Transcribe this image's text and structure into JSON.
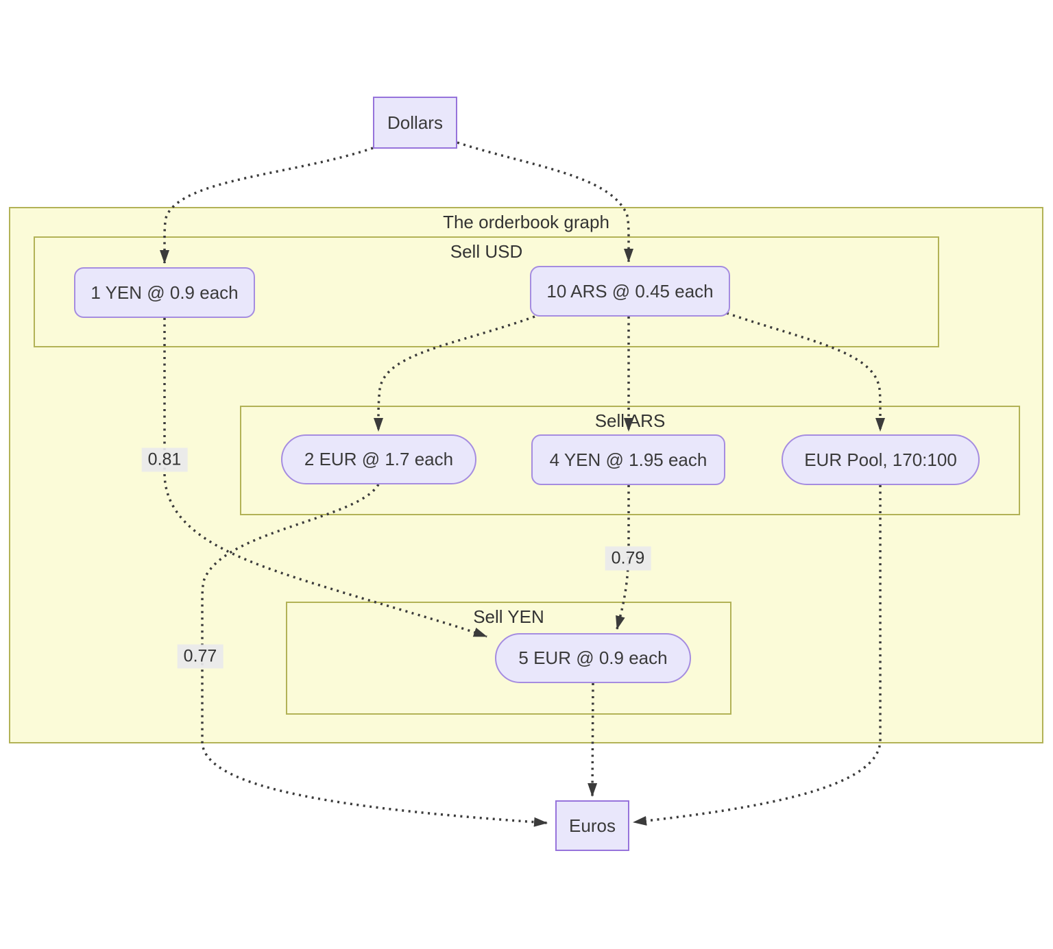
{
  "diagram": {
    "clusters": {
      "orderbook": {
        "title": "The orderbook graph"
      },
      "sell_usd": {
        "title": "Sell USD"
      },
      "sell_ars": {
        "title": "Sell ARS"
      },
      "sell_yen": {
        "title": "Sell YEN"
      }
    },
    "nodes": {
      "dollars": {
        "label": "Dollars",
        "shape": "rect"
      },
      "yen1": {
        "label": "1 YEN @ 0.9 each",
        "shape": "rounded"
      },
      "ars10": {
        "label": "10 ARS @ 0.45 each",
        "shape": "rounded"
      },
      "eur2": {
        "label": "2 EUR @ 1.7 each",
        "shape": "stadium"
      },
      "yen4": {
        "label": "4 YEN @ 1.95 each",
        "shape": "rounded"
      },
      "eurpool": {
        "label": "EUR Pool, 170:100",
        "shape": "stadium"
      },
      "eur5": {
        "label": "5 EUR @ 0.9 each",
        "shape": "stadium"
      },
      "euros": {
        "label": "Euros",
        "shape": "rect"
      }
    },
    "edges": [
      {
        "from": "dollars",
        "to": "yen1",
        "label": ""
      },
      {
        "from": "dollars",
        "to": "ars10",
        "label": ""
      },
      {
        "from": "yen1",
        "to": "eur5",
        "label": "0.81"
      },
      {
        "from": "ars10",
        "to": "eur2",
        "label": ""
      },
      {
        "from": "ars10",
        "to": "yen4",
        "label": ""
      },
      {
        "from": "ars10",
        "to": "eurpool",
        "label": ""
      },
      {
        "from": "eur2",
        "to": "euros",
        "label": "0.77"
      },
      {
        "from": "yen4",
        "to": "eur5",
        "label": "0.79"
      },
      {
        "from": "eur5",
        "to": "euros",
        "label": ""
      },
      {
        "from": "eurpool",
        "to": "euros",
        "label": ""
      }
    ],
    "colors": {
      "cluster_fill": "#fbfbd8",
      "cluster_border": "#b2b256",
      "node_fill": "#e9e7fb",
      "node_border": "#9673db",
      "edge": "#3b3b3b",
      "label_bg": "#e9e9ec"
    }
  }
}
